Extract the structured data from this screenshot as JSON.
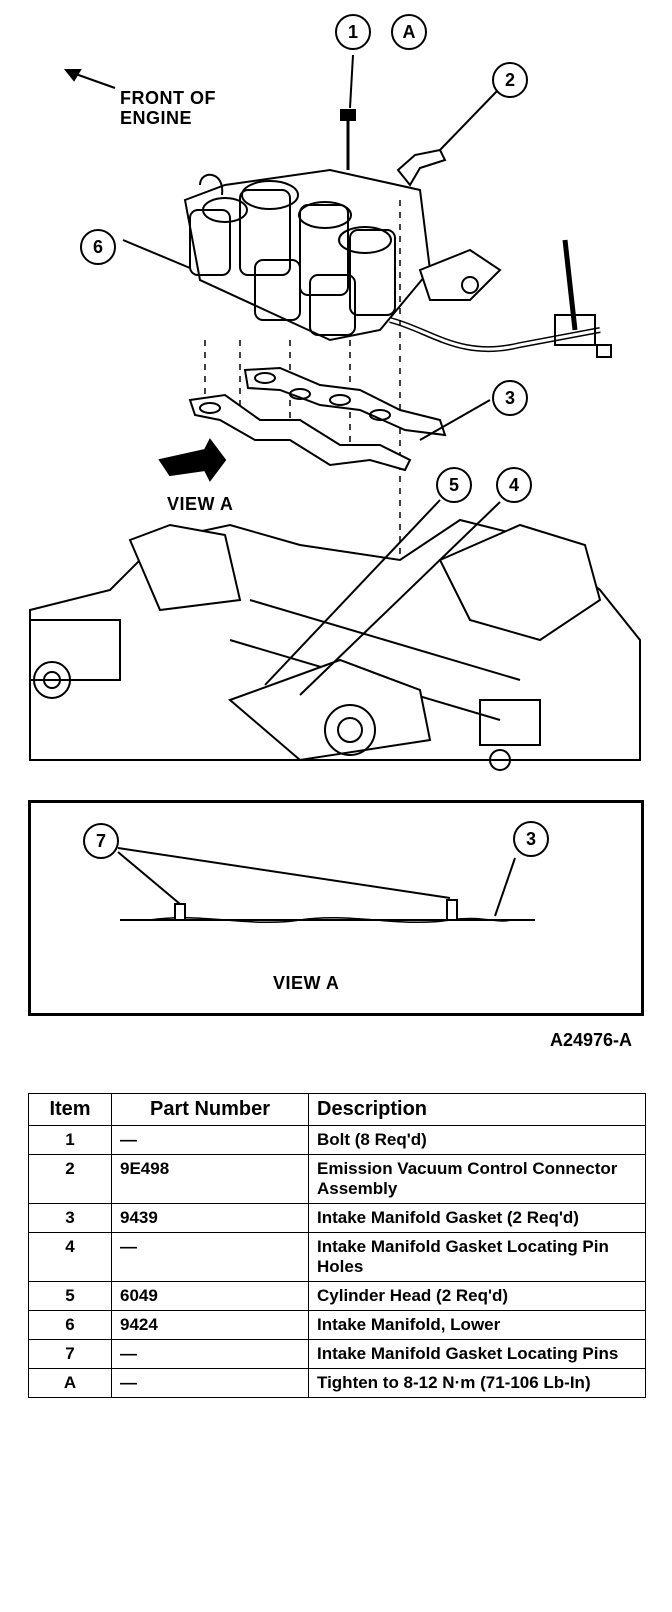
{
  "figure": {
    "front_label": "FRONT OF ENGINE",
    "front_label_line1": "FRONT OF",
    "front_label_line2": "ENGINE",
    "view_a_arrow_label": "VIEW A",
    "view_a_box_label": "VIEW A",
    "reference_code": "A24976-A",
    "callouts": [
      "1",
      "A",
      "2",
      "6",
      "3",
      "5",
      "4",
      "7",
      "3"
    ]
  },
  "table": {
    "headers": {
      "item": "Item",
      "part_number": "Part Number",
      "description": "Description"
    },
    "rows": [
      {
        "item": "1",
        "part": "—",
        "desc": "Bolt (8 Req'd)"
      },
      {
        "item": "2",
        "part": "9E498",
        "desc": "Emission Vacuum Control Connector Assembly"
      },
      {
        "item": "3",
        "part": "9439",
        "desc": "Intake Manifold Gasket (2 Req'd)"
      },
      {
        "item": "4",
        "part": "—",
        "desc": "Intake Manifold Gasket Locating Pin Holes"
      },
      {
        "item": "5",
        "part": "6049",
        "desc": "Cylinder Head (2 Req'd)"
      },
      {
        "item": "6",
        "part": "9424",
        "desc": "Intake Manifold, Lower"
      },
      {
        "item": "7",
        "part": "—",
        "desc": "Intake Manifold Gasket Locating Pins"
      },
      {
        "item": "A",
        "part": "—",
        "desc": "Tighten to 8-12 N·m (71-106 Lb-In)"
      }
    ]
  }
}
